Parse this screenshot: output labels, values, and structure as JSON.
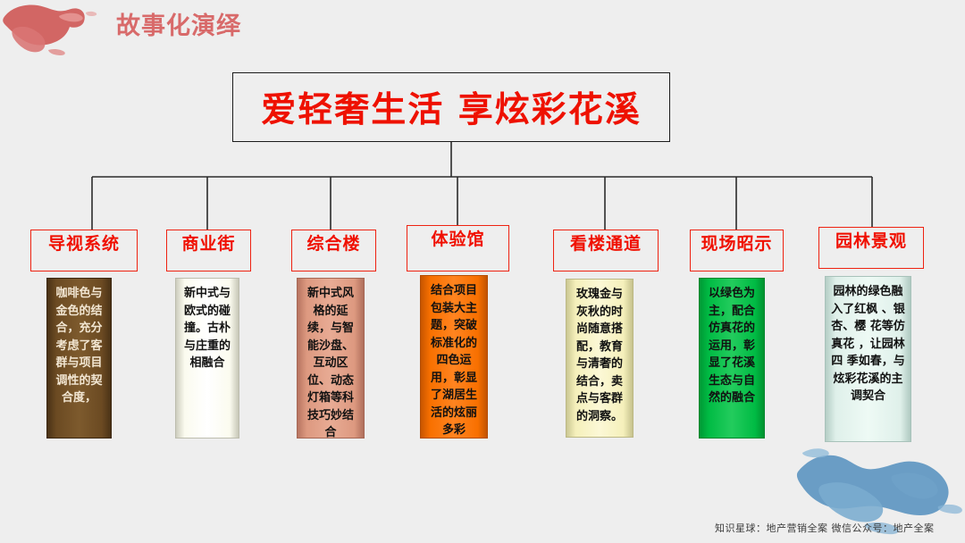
{
  "header": {
    "title": "故事化演绎",
    "title_color": "#d86a6a",
    "brush_icon": "red-brush-stroke-icon"
  },
  "main_title": {
    "text": "爱轻奢生活 享炫彩花溪",
    "text_color": "#ee1100",
    "border_color": "#1b1b1b"
  },
  "background_color": "#eeeeee",
  "nodes": [
    {
      "label": "导视系统",
      "content": "咖啡色与金色的结合，充分考虑了客群与项目调性的契合度，",
      "fill": "#6b4a22",
      "fill_dark": "#4a3216",
      "fill_light": "#8a6335",
      "text_color": "#f2e6d2"
    },
    {
      "label": "商业街",
      "content": "新中式与欧式的碰撞。古朴与庄重的相融合",
      "fill": "#fbfbef",
      "fill_dark": "#cdcdbe",
      "fill_light": "#ffffff",
      "text_color": "#111111"
    },
    {
      "label": "综合楼",
      "content": "新中式风格的延续，与智能沙盘、互动区位、动态灯箱等科技巧妙结合",
      "fill": "#dd9980",
      "fill_dark": "#b87561",
      "fill_light": "#eeb9a3",
      "text_color": "#111111"
    },
    {
      "label": "体验馆",
      "content": "结合项目包装大主题，突破标准化的四色运用，彰显了湖居生活的炫丽多彩",
      "fill": "#f87000",
      "fill_dark": "#c85600",
      "fill_light": "#ff9130",
      "text_color": "#111111"
    },
    {
      "label": "看楼通道",
      "content": "玫瑰金与灰秋的时尚随意搭配，教育与清奢的结合，卖点与客群的洞察。",
      "fill": "#f5f0bb",
      "fill_dark": "#cbc792",
      "fill_light": "#fdfadd",
      "text_color": "#111111"
    },
    {
      "label": "现场昭示",
      "content": "以绿色为主，配合仿真花的运用，彰显了花溪生态与自然的融合",
      "fill": "#00bb44",
      "fill_dark": "#009934",
      "fill_light": "#3ad472",
      "text_color": "#111111"
    },
    {
      "label": "园林景观",
      "content": "园林的绿色融入了红枫 、银杏、樱 花等仿真花 ，让园林四 季如春，与炫彩花溪的主调契合",
      "fill": "#dff0ea",
      "fill_dark": "#b4cdc5",
      "fill_light": "#f2fbf7",
      "text_color": "#111111"
    }
  ],
  "footer": {
    "text": "知识星球：地产营销全案  微信公众号：地产全案",
    "brush_icon": "blue-brush-stroke-icon"
  }
}
